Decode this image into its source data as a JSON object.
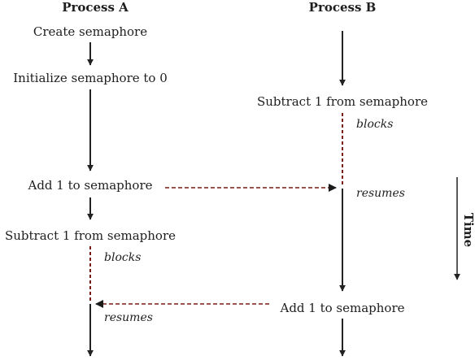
{
  "process_a": {
    "header": "Process A",
    "step_create": "Create semaphore",
    "step_initialize": "Initialize semaphore to 0",
    "step_add": "Add 1 to semaphore",
    "step_subtract": "Subtract 1 from semaphore",
    "note_blocks": "blocks",
    "note_resumes": "resumes"
  },
  "process_b": {
    "header": "Process B",
    "step_subtract": "Subtract 1 from semaphore",
    "note_blocks": "blocks",
    "note_resumes": "resumes",
    "step_add": "Add 1 to semaphore"
  },
  "time_axis": {
    "label": "Time"
  },
  "colors": {
    "line": "#222222",
    "signal": "#7a1a14",
    "text": "#1e1e1e"
  }
}
